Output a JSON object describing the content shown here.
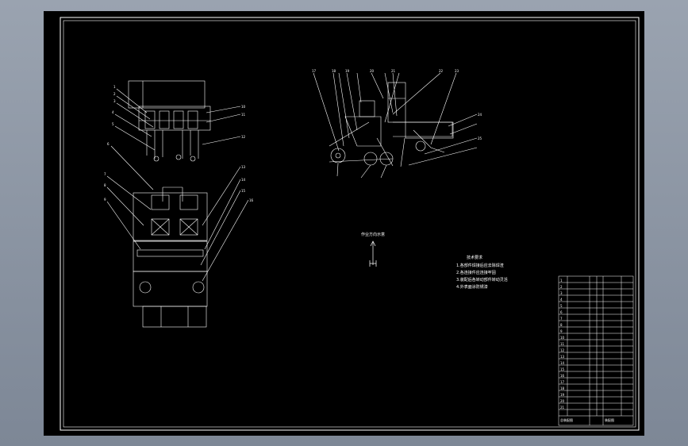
{
  "drawing": {
    "direction_label": "作业方向示意",
    "tech_req": {
      "title": "技术要求",
      "lines": [
        "1.各部件焊接后应去除焊渣",
        "2.各连接件应连接牢固",
        "3.装配后各转动部件转动灵活",
        "4.外表面涂防锈漆"
      ]
    },
    "title_block": {
      "assembly_name": "总装配图",
      "sheet_label": "装配图",
      "row_marks": [
        "1",
        "2",
        "3",
        "4",
        "5",
        "6",
        "7",
        "8",
        "9",
        "10",
        "11",
        "12",
        "13",
        "14",
        "15",
        "16",
        "17",
        "18",
        "19",
        "20",
        "21"
      ]
    },
    "front_view_callouts": [
      "1",
      "2",
      "3",
      "4",
      "5",
      "6",
      "7",
      "8",
      "9",
      "10",
      "11",
      "12",
      "13",
      "14",
      "15",
      "16"
    ],
    "side_view_callouts": [
      "17",
      "18",
      "19",
      "20",
      "21",
      "22",
      "23",
      "24",
      "25"
    ]
  },
  "colors": {
    "background": "#000000",
    "lines": "#ffffff",
    "window": "#8b94a2"
  }
}
